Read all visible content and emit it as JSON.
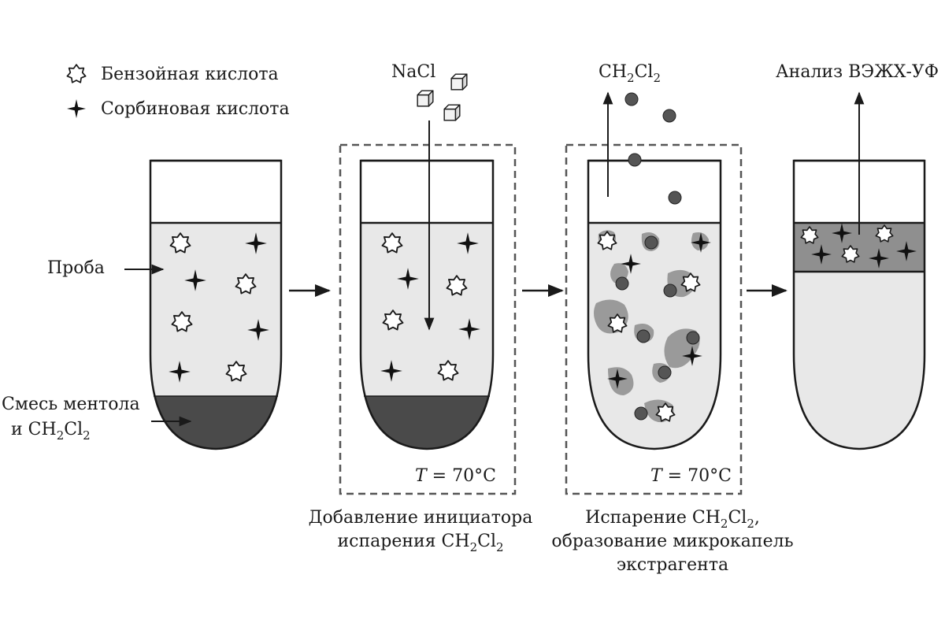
{
  "legend": {
    "benzoic": "Бензойная кислота",
    "sorbic": "Сорбиновая кислота"
  },
  "labels": {
    "sample": "Проба",
    "mixture_line1": "Смесь ментола",
    "mixture_line2_prefix": "и CH",
    "mixture_sub1": "2",
    "mixture_mid": "Cl",
    "mixture_sub2": "2",
    "nacl": "NaCl",
    "ch2cl2_a": "CH",
    "ch2cl2_s1": "2",
    "ch2cl2_b": "Cl",
    "ch2cl2_s2": "2",
    "analysis": "Анализ ВЭЖХ-УФ"
  },
  "temperature": {
    "t": "T",
    "value": " = 70°C"
  },
  "captions": {
    "step2_line1": "Добавление инициатора",
    "step2_line2_a": "испарения CH",
    "step2_line2_s1": "2",
    "step2_line2_b": "Cl",
    "step2_line2_s2": "2",
    "step3_line1_a": "Испарение CH",
    "step3_line1_s1": "2",
    "step3_line1_b": "Cl",
    "step3_line1_s2": "2",
    "step3_line1_c": ",",
    "step3_line2": "образование микрокапель",
    "step3_line3": "экстрагента"
  },
  "colors": {
    "liquid": "#e8e8e8",
    "solvent": "#4a4a4a",
    "extract": "#8f8f8f",
    "droplet": "#555555",
    "droplet_halo": "#9a9a9a",
    "stroke": "#1a1a1a"
  },
  "icons": {
    "benzoic": "hollow-star-icon",
    "sorbic": "four-point-star-icon",
    "salt": "cube-icon",
    "droplet": "filled-circle-icon"
  }
}
